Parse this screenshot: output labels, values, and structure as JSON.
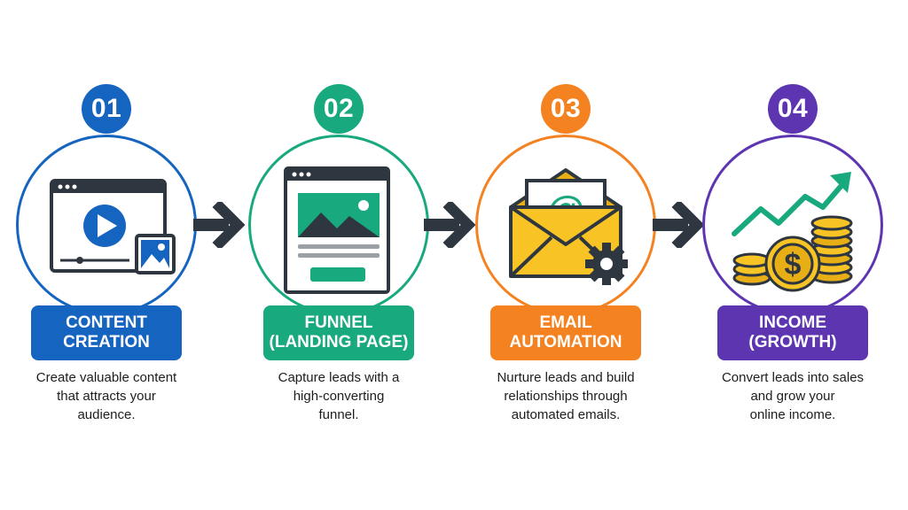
{
  "colors": {
    "step1": "#1565c0",
    "step2": "#18a97f",
    "step3": "#f58220",
    "step4": "#5e35b1",
    "arrow": "#2e3640",
    "yellow": "#f7c325",
    "gold": "#e8ae16"
  },
  "steps": [
    {
      "number": "01",
      "title_line1": "CONTENT",
      "title_line2": "CREATION",
      "desc_line1": "Create valuable content",
      "desc_line2": "that attracts your",
      "desc_line3": "audience.",
      "icon": "video-player-icon"
    },
    {
      "number": "02",
      "title_line1": "FUNNEL",
      "title_line2": "(LANDING PAGE)",
      "desc_line1": "Capture leads with a",
      "desc_line2": "high-converting",
      "desc_line3": "funnel.",
      "icon": "landing-page-icon"
    },
    {
      "number": "03",
      "title_line1": "EMAIL",
      "title_line2": "AUTOMATION",
      "desc_line1": "Nurture leads and build",
      "desc_line2": "relationships through",
      "desc_line3": "automated emails.",
      "icon": "email-gear-icon"
    },
    {
      "number": "04",
      "title_line1": "INCOME",
      "title_line2": "(GROWTH)",
      "desc_line1": "Convert leads into sales",
      "desc_line2": "and grow your",
      "desc_line3": "online income.",
      "icon": "coins-growth-icon"
    }
  ]
}
